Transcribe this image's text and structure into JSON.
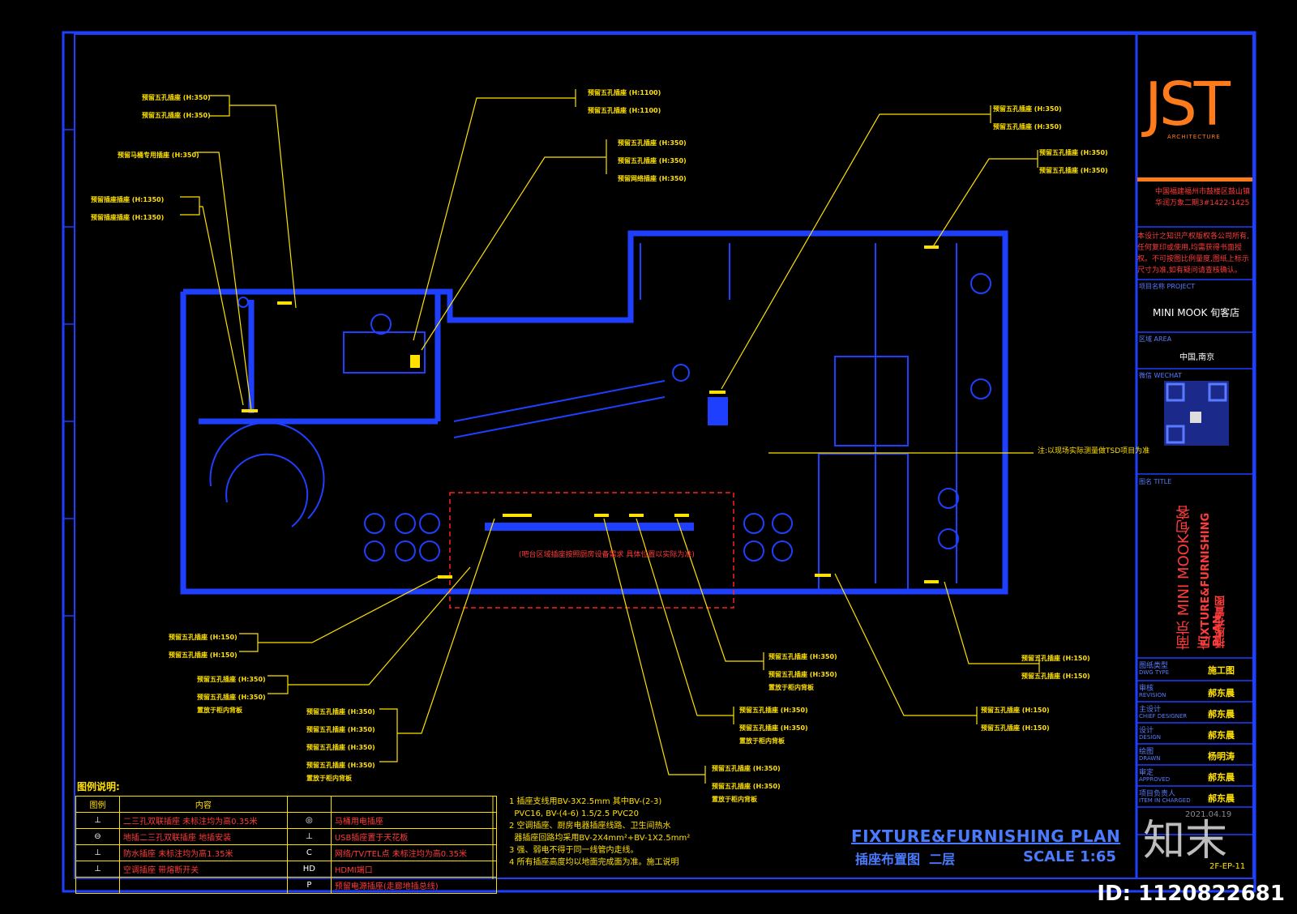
{
  "title_block": {
    "logo": "JST",
    "logo_sub": "ARCHITECTURE",
    "company_line1": "中国福建福州市鼓楼区鼓山镇",
    "company_line2": "华润万象二期3#1422-1425",
    "copyright": "本设计之知识产权版权各公司所有,任何复印或使用,均需获得书面授权。不可按图比例量度,图纸上标示尺寸为准,如有疑问请查核确认。",
    "project_label": "项目名称 PROJECT",
    "project": "MINI MOOK 旬客店",
    "area_label": "区域 AREA",
    "area": "中国,南京",
    "wechat_label": "微信 WECHAT",
    "title_label": "图名 TITLE",
    "title_cn": "南京 MINI MOOK旬客店",
    "title_en": "FIXTURE&FURNISHING PLAN",
    "title_cn2": "插座布置图",
    "rows": [
      {
        "label": "图纸类型",
        "label_en": "DWG TYPE",
        "value": "施工图"
      },
      {
        "label": "审核",
        "label_en": "REVISION",
        "value": "郝东晨"
      },
      {
        "label": "主设计",
        "label_en": "CHIEF DESIGNER",
        "value": "郝东晨"
      },
      {
        "label": "设计",
        "label_en": "DESIGN",
        "value": "郝东晨"
      },
      {
        "label": "绘图",
        "label_en": "DRAWN",
        "value": "杨明涛"
      },
      {
        "label": "审定",
        "label_en": "APPROVED",
        "value": "郝东晨"
      },
      {
        "label": "项目负责人",
        "label_en": "ITEM IN CHARGED",
        "value": "郝东晨"
      }
    ],
    "date": "2021.04.19",
    "sheet_no": "2F-EP-11"
  },
  "plan": {
    "title_en": "FIXTURE&FURNISHING PLAN",
    "title_cn": "插座布置图",
    "floor": "二层",
    "scale": "SCALE 1:65"
  },
  "callouts": [
    {
      "lines": [
        "预留五孔插座 (H:350)",
        "预留五孔插座 (H:350)"
      ]
    },
    {
      "lines": [
        "预留马桶专用插座 (H:350)"
      ]
    },
    {
      "lines": [
        "预留插座插座 (H:1350)",
        "预留插座插座 (H:1350)"
      ]
    },
    {
      "lines": [
        "预留五孔插座 (H:1100)",
        "预留五孔插座 (H:1100)"
      ]
    },
    {
      "lines": [
        "预留五孔插座 (H:350)",
        "预留五孔插座 (H:350)",
        "预留网络插座 (H:350)"
      ]
    },
    {
      "lines": [
        "预留五孔插座 (H:350)",
        "预留五孔插座 (H:350)"
      ]
    },
    {
      "lines": [
        "预留五孔插座 (H:350)",
        "预留五孔插座 (H:350)"
      ]
    },
    {
      "lines": [
        "预留五孔插座 (H:150)",
        "预留五孔插座 (H:150)"
      ]
    },
    {
      "lines": [
        "预留五孔插座 (H:350)",
        "预留五孔插座 (H:350)",
        "置放于柜内背板"
      ]
    },
    {
      "lines": [
        "预留五孔插座 (H:350)",
        "预留五孔插座 (H:350)",
        "预留五孔插座 (H:350)",
        "预留五孔插座 (H:350)",
        "置放于柜内背板"
      ]
    },
    {
      "lines": [
        "预留五孔插座 (H:350)",
        "预留五孔插座 (H:350)",
        "置放于柜内背板"
      ]
    },
    {
      "lines": [
        "预留五孔插座 (H:350)",
        "预留五孔插座 (H:350)",
        "置放于柜内背板"
      ]
    },
    {
      "lines": [
        "预留五孔插座 (H:350)",
        "预留五孔插座 (H:350)",
        "置放于柜内背板"
      ]
    },
    {
      "lines": [
        "预留五孔插座 (H:150)",
        "预留五孔插座 (H:150)"
      ]
    },
    {
      "lines": [
        "预留五孔插座 (H:150)",
        "预留五孔插座 (H:150)"
      ]
    }
  ],
  "side_note": "注:以现场实际测量做TSD项目为准",
  "red_note": "(吧台区域插座按照厨房设备需求 具体位置以实际为准)",
  "legend": {
    "title": "图例说明:",
    "header_symbol": "图例",
    "header_content": "内容",
    "rows": [
      {
        "sym": "⊥",
        "text": "二三孔双联插座 未标注均为高0.35米",
        "sym2": "◎",
        "text2": "马桶用电插座"
      },
      {
        "sym": "⊖",
        "text": "地插二三孔双联插座 地插安装",
        "sym2": "⊥",
        "text2": "USB插座置于天花板"
      },
      {
        "sym": "⊥",
        "text": "防水插座 未标注均为高1.35米",
        "sym2": "C",
        "text2": "网络/TV/TEL点 未标注均为高0.35米"
      },
      {
        "sym": "⊥",
        "text": "空调插座 带熔断开关",
        "sym2": "HD",
        "text2": "HDMI端口"
      },
      {
        "sym": "",
        "text": "",
        "sym2": "P",
        "text2": "预留电源插座(走廊地插总线)"
      }
    ]
  },
  "notes": [
    "1 插座支线用BV-3X2.5mm 其中BV-(2-3)",
    "  PVC16, BV-(4-6) 1.5/2.5 PVC20",
    "2 空调插座、厨房电器插座线路、卫生间热水",
    "  器插座回路均采用BV-2X4mm²+BV-1X2.5mm²",
    "3 强、弱电不得于同一线管内走线。",
    "4 所有插座高度均以地面完成面为准。施工说明"
  ],
  "watermark_id": "ID: 1120822681",
  "watermark_brand": "知末"
}
